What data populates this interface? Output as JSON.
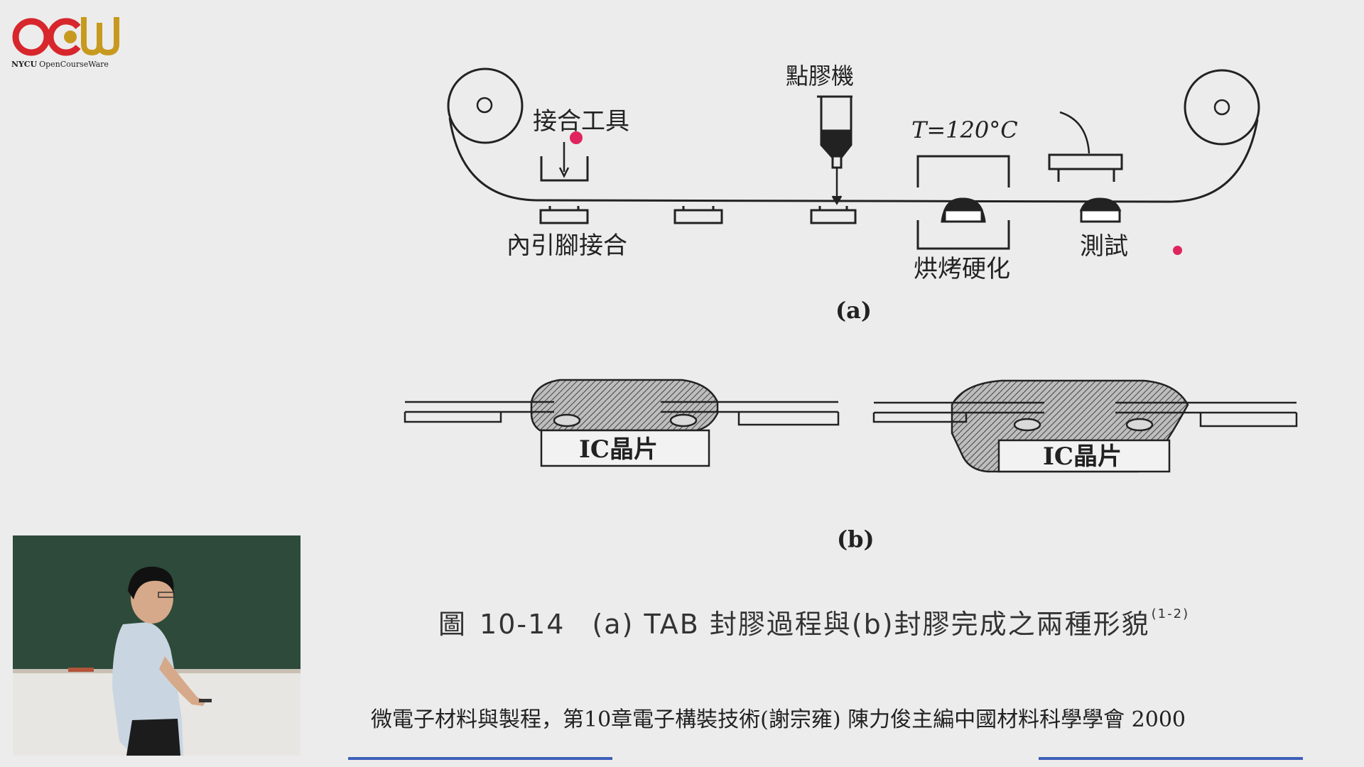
{
  "logo": {
    "org": "NYCU",
    "product": "OpenCourseWare",
    "colors": {
      "red": "#d7262c",
      "gold": "#c79a1f"
    }
  },
  "diagram_a": {
    "labels": {
      "bonding_tool": "接合工具",
      "dispenser": "點膠機",
      "temperature": "T=120°C",
      "inner_lead_bonding": "內引腳接合",
      "bake_cure": "烘烤硬化",
      "test": "測試"
    },
    "panel_label": "(a)"
  },
  "diagram_b": {
    "chip_label_left": "IC晶片",
    "chip_label_right": "IC晶片",
    "panel_label": "(b)"
  },
  "caption": {
    "figure_word": "圖",
    "figure_number": "10-14",
    "text": "(a) TAB 封膠過程與(b)封膠完成之兩種形貌",
    "ref": "(1-2)"
  },
  "citation": "微電子材料與製程，第10章電子構裝技術(謝宗雍)  陳力俊主編中國材料科學學會 2000",
  "colors": {
    "progress": "#3d5fb8",
    "laser": "#e0245e"
  }
}
